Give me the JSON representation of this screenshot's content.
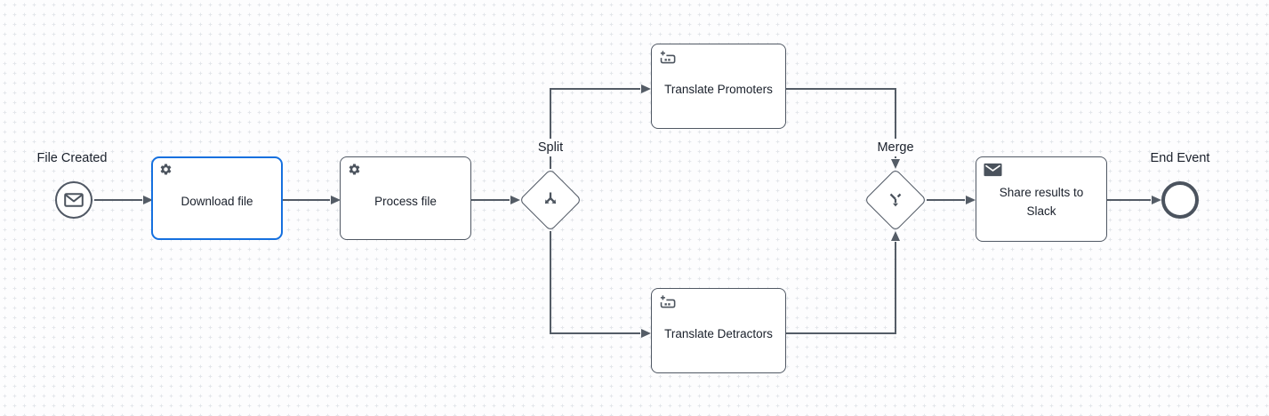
{
  "app": {
    "view": "bpmn-process-canvas"
  },
  "nodes": {
    "start": {
      "label": "File Created",
      "kind": "message-start-event"
    },
    "download": {
      "label": "Download file",
      "kind": "service-task",
      "selected": true
    },
    "process": {
      "label": "Process file",
      "kind": "service-task"
    },
    "split": {
      "label": "Split",
      "kind": "split-gateway"
    },
    "promoters": {
      "label": "Translate Promoters",
      "kind": "batch-task"
    },
    "detractors": {
      "label": "Translate Detractors",
      "kind": "batch-task"
    },
    "merge": {
      "label": "Merge",
      "kind": "merge-gateway"
    },
    "slack": {
      "label": "Share results to Slack",
      "kind": "send-task"
    },
    "end": {
      "label": "End Event",
      "kind": "end-event"
    }
  },
  "flows": [
    {
      "from": "start",
      "to": "download"
    },
    {
      "from": "download",
      "to": "process"
    },
    {
      "from": "process",
      "to": "split"
    },
    {
      "from": "split",
      "to": "promoters"
    },
    {
      "from": "promoters",
      "to": "merge"
    },
    {
      "from": "split",
      "to": "detractors"
    },
    {
      "from": "detractors",
      "to": "merge"
    },
    {
      "from": "merge",
      "to": "slack"
    },
    {
      "from": "slack",
      "to": "end"
    }
  ],
  "icons": {
    "start": "envelope-outline-icon",
    "download": "gear-icon",
    "process": "gear-icon",
    "split": "split-arrows-icon",
    "promoters": "batch-tray-icon",
    "detractors": "batch-tray-icon",
    "merge": "merge-arrows-icon",
    "slack": "envelope-filled-icon"
  },
  "colors": {
    "selection_blue": "#1570df",
    "shape_stroke": "#505864",
    "edge_stroke": "#545c66",
    "label_text": "#1a202b",
    "canvas_bg": "#fdfdfe",
    "grid_mark": "#e4e7eb"
  }
}
